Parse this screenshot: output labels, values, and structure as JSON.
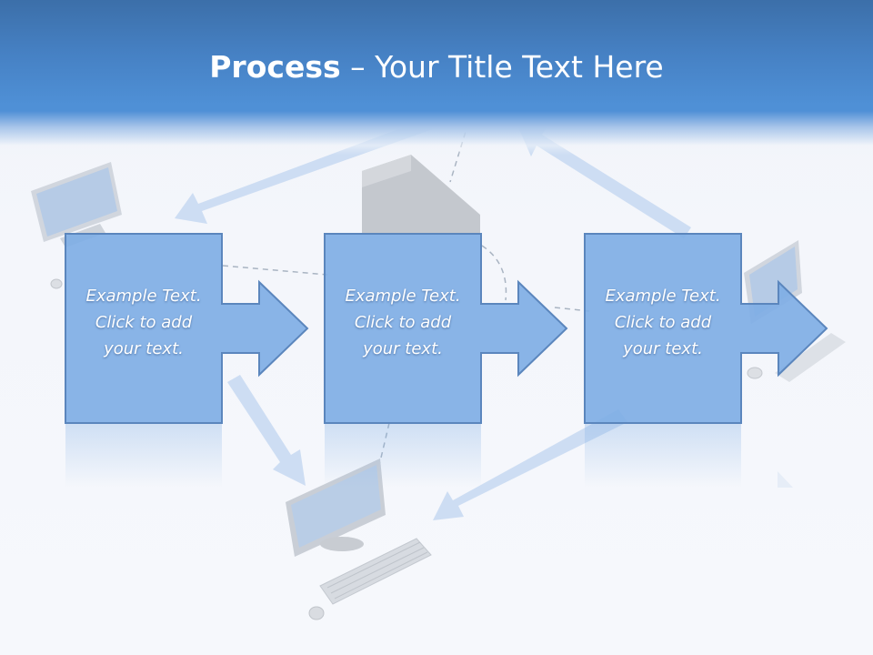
{
  "title": {
    "bold": "Process",
    "rest": " – Your Title Text Here"
  },
  "steps": [
    {
      "line1": "Example Text.",
      "line2": "Click  to add",
      "line3": "your text."
    },
    {
      "line1": "Example Text.",
      "line2": "Click  to add",
      "line3": "your text."
    },
    {
      "line1": "Example Text.",
      "line2": "Click  to add",
      "line3": "your text."
    }
  ],
  "colors": {
    "header": "#4681c4",
    "box_fill": "#7faee5",
    "box_stroke": "#5b86bd",
    "text": "#ffffff",
    "bg_arrow": "#c3d7f1"
  }
}
